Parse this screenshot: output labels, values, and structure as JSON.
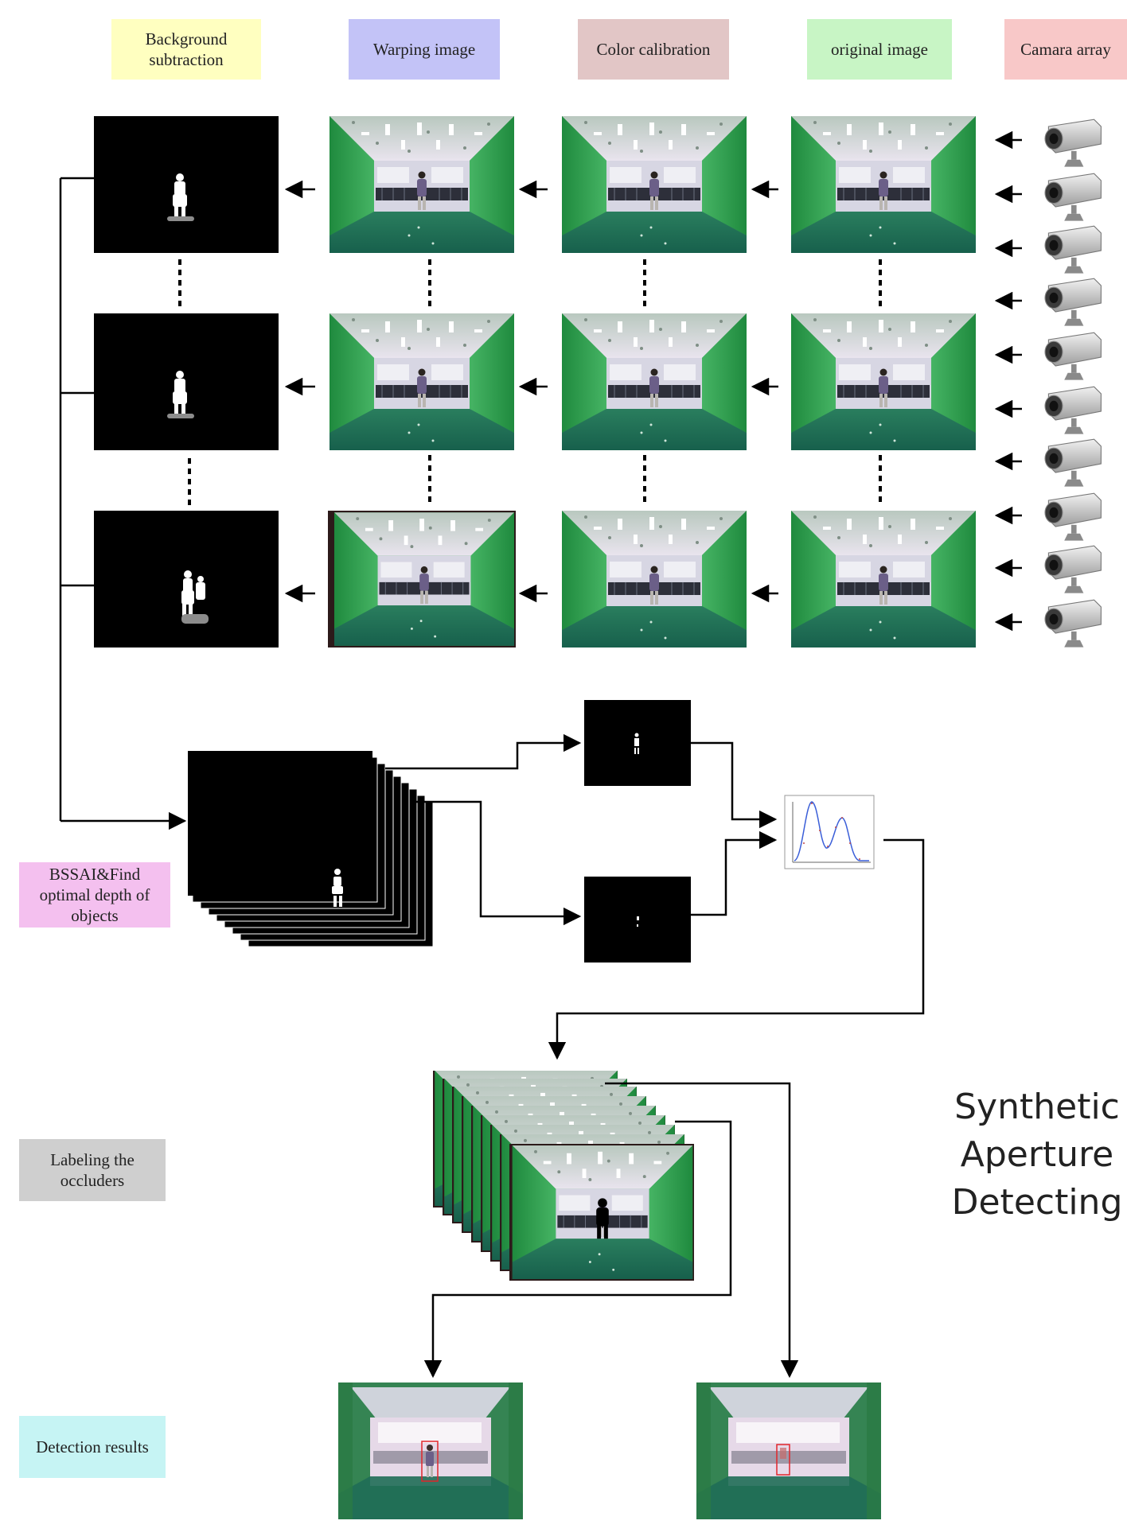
{
  "labels": {
    "background_subtraction": "Background subtraction",
    "warping_image": "Warping image",
    "color_calibration": "Color calibration",
    "original_image": "original image",
    "camera_array": "Camara array",
    "bssai_find": "BSSAI&Find optimal depth of objects",
    "labeling_occluders": "Labeling the occluders",
    "detection_results": "Detection results"
  },
  "title_lines": [
    "Synthetic",
    "Aperture",
    "Detecting"
  ],
  "colors": {
    "background_subtraction": "#ffffc0",
    "warping_image": "#c3c3f7",
    "color_calibration": "#e2c6c6",
    "original_image": "#c8f5c5",
    "camera_array": "#f8c8c8",
    "bssai_find": "#f4c0ef",
    "labeling_occluders": "#cfcfcf",
    "detection_results": "#c6f4f4",
    "room_green": "#2f9a50",
    "floor_green": "#1d6a52",
    "mask_black": "#000000"
  },
  "icons": {
    "camera": "camera-icon",
    "arrow": "arrow-left-icon",
    "profile": "depth-profile-plot-icon"
  }
}
